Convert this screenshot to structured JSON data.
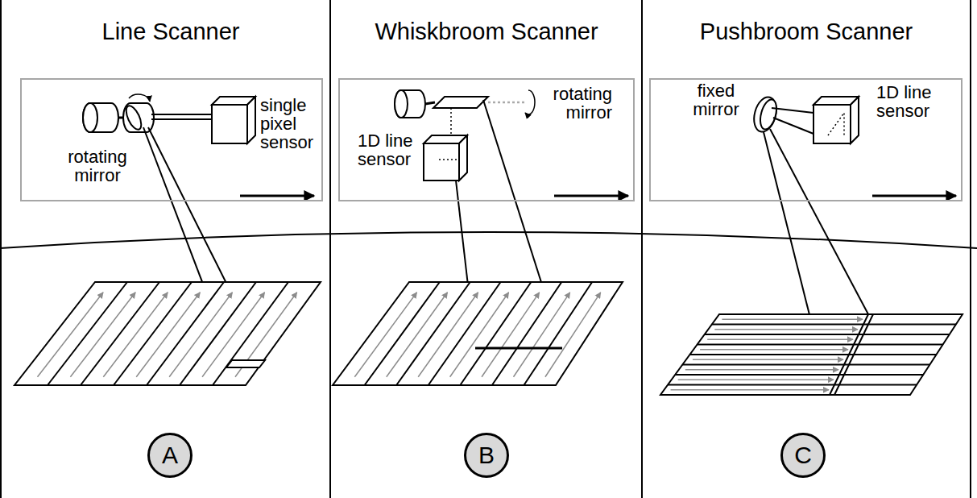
{
  "diagram": {
    "nodes": [
      {
        "text": [
          "rotating mirror",
          "single pixel sensor"
        ]
      },
      {
        "text": [
          "A"
        ]
      },
      {
        "text": [
          "rotating mirror",
          "1D line sensor"
        ]
      },
      {
        "text": [
          "B"
        ]
      },
      {
        "text": [
          "fixed mirror",
          "1D line sensor"
        ]
      },
      {
        "text": [
          "C"
        ]
      }
    ],
    "labels": [
      "Line Scanner",
      "Whiskbroom Scanner",
      "Pushbroom Scanner"
    ]
  }
}
